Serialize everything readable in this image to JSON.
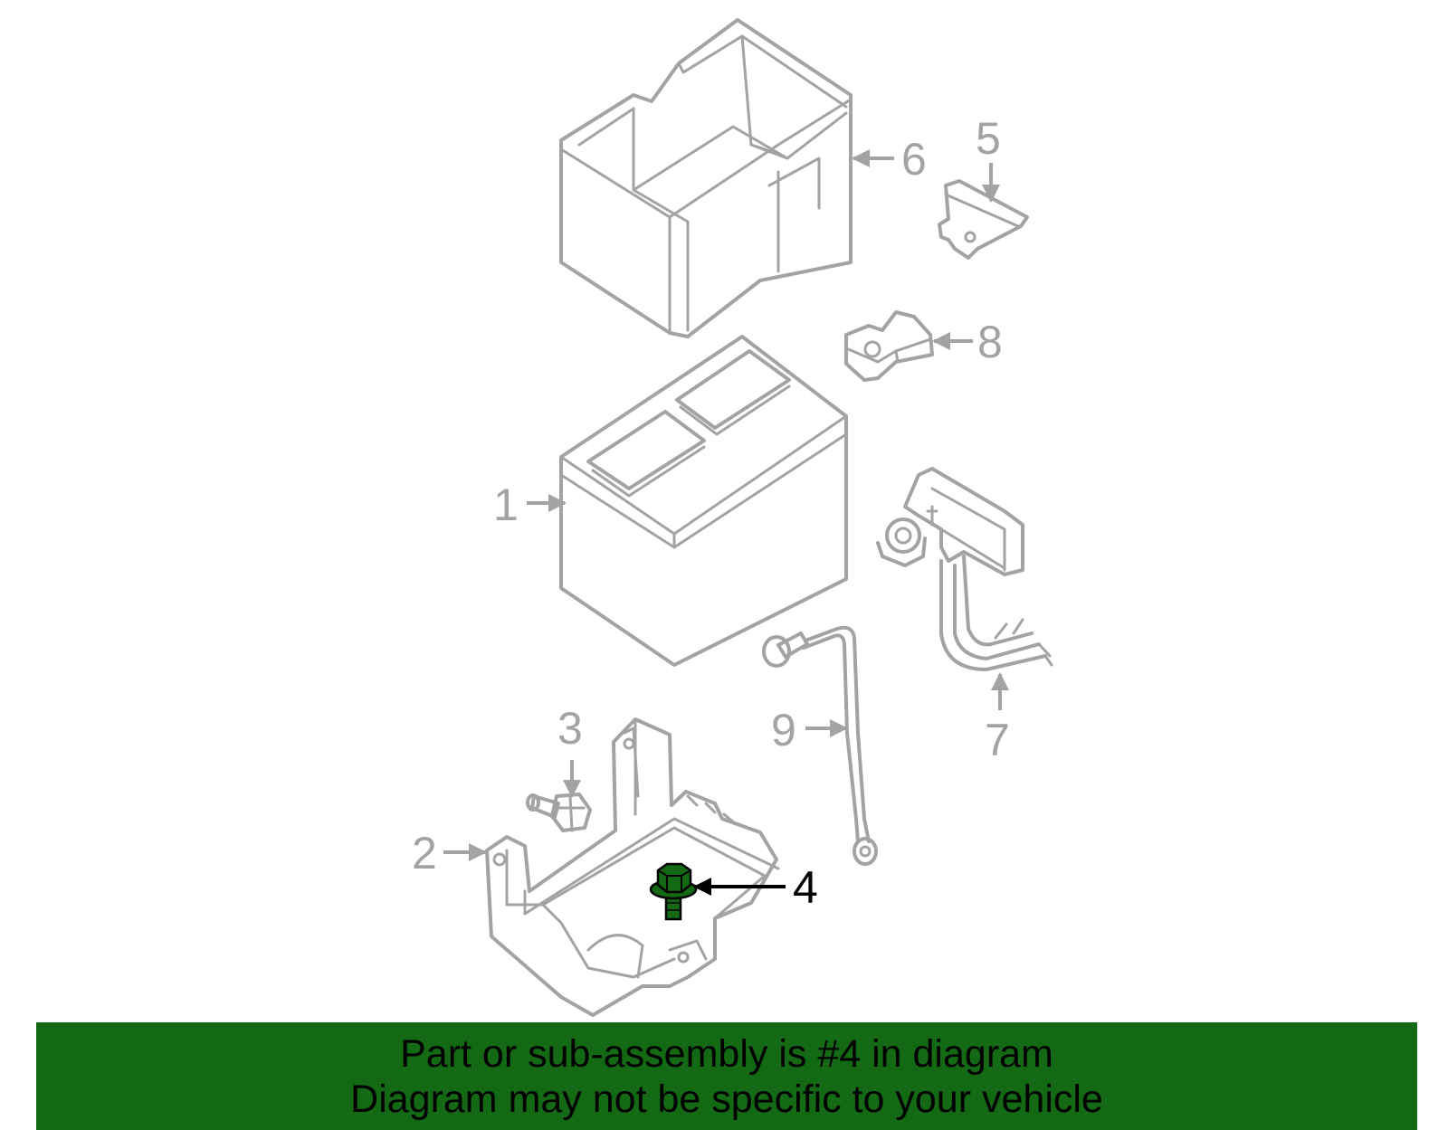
{
  "diagram": {
    "callouts": [
      {
        "id": "1",
        "text": "1"
      },
      {
        "id": "2",
        "text": "2"
      },
      {
        "id": "3",
        "text": "3"
      },
      {
        "id": "4",
        "text": "4"
      },
      {
        "id": "5",
        "text": "5"
      },
      {
        "id": "6",
        "text": "6"
      },
      {
        "id": "7",
        "text": "7"
      },
      {
        "id": "8",
        "text": "8"
      },
      {
        "id": "9",
        "text": "9"
      }
    ],
    "highlighted_part": "4",
    "colors": {
      "outline": "#a3a3a3",
      "highlight_part": "#146a14",
      "highlight_label": "#000000",
      "banner_background": "#146a14"
    }
  },
  "banner": {
    "line1": "Part or sub-assembly is #4 in diagram",
    "line2": "Diagram may not be specific to your vehicle"
  }
}
